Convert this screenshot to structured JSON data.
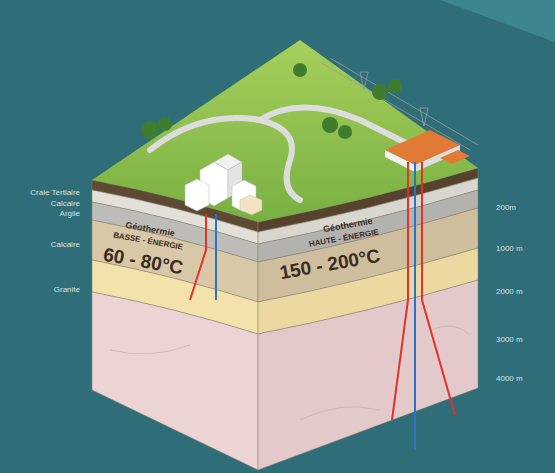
{
  "diagram": {
    "labels": [
      "Craie Tertiaire",
      "Calcaire",
      "Argile",
      "Calcaire",
      "Granite",
      "Géothermie",
      "BASSE - ÉNERGIE",
      "60 - 80°C",
      "Géothermie",
      "HAUTE - ÉNERGIE",
      "150 - 200°C",
      "200m",
      "1000 m",
      "2000 m",
      "3000 m",
      "4000 m"
    ]
  }
}
